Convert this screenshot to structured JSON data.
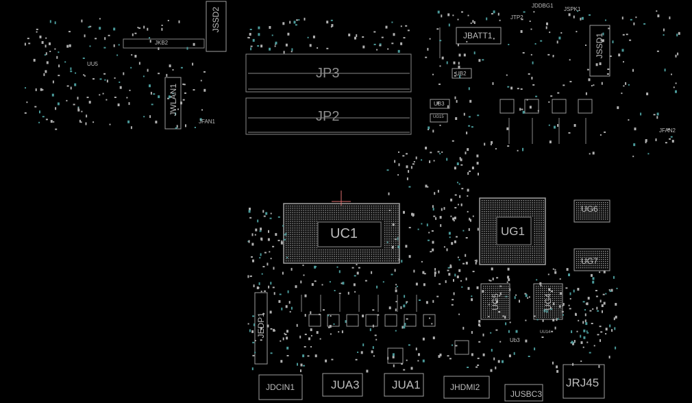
{
  "components": {
    "jkb2": "JKB2",
    "jssd2": "JSSD2",
    "jwlan1": "JWLAN1",
    "jfan1": "JFAN1",
    "uu5": "UU5",
    "jp3": "JP3",
    "jp2": "JP2",
    "jdbg1": "JDDBG1",
    "jspk1": "JSPK1",
    "jtp2": "JTP2",
    "jbatt1": "JBATT1",
    "jssd1": "JSSD1",
    "ub2": "UB2",
    "ub3": "UB3",
    "ug15": "UG15",
    "jfan2": "JFAN2",
    "uc1": "UC1",
    "ug1": "UG1",
    "ug6": "UG6",
    "ug7": "UG7",
    "ug5": "UG5",
    "ug4": "UG4",
    "jedp1": "JEDP1",
    "ub3b": "Ub3",
    "uu14": "UU14",
    "jdcin1": "JDCIN1",
    "jua3": "JUA3",
    "jua1": "JUA1",
    "jhdmi2": "JHDMI2",
    "jusbc3": "JUSBC3",
    "jrj45": "JRJ45"
  }
}
